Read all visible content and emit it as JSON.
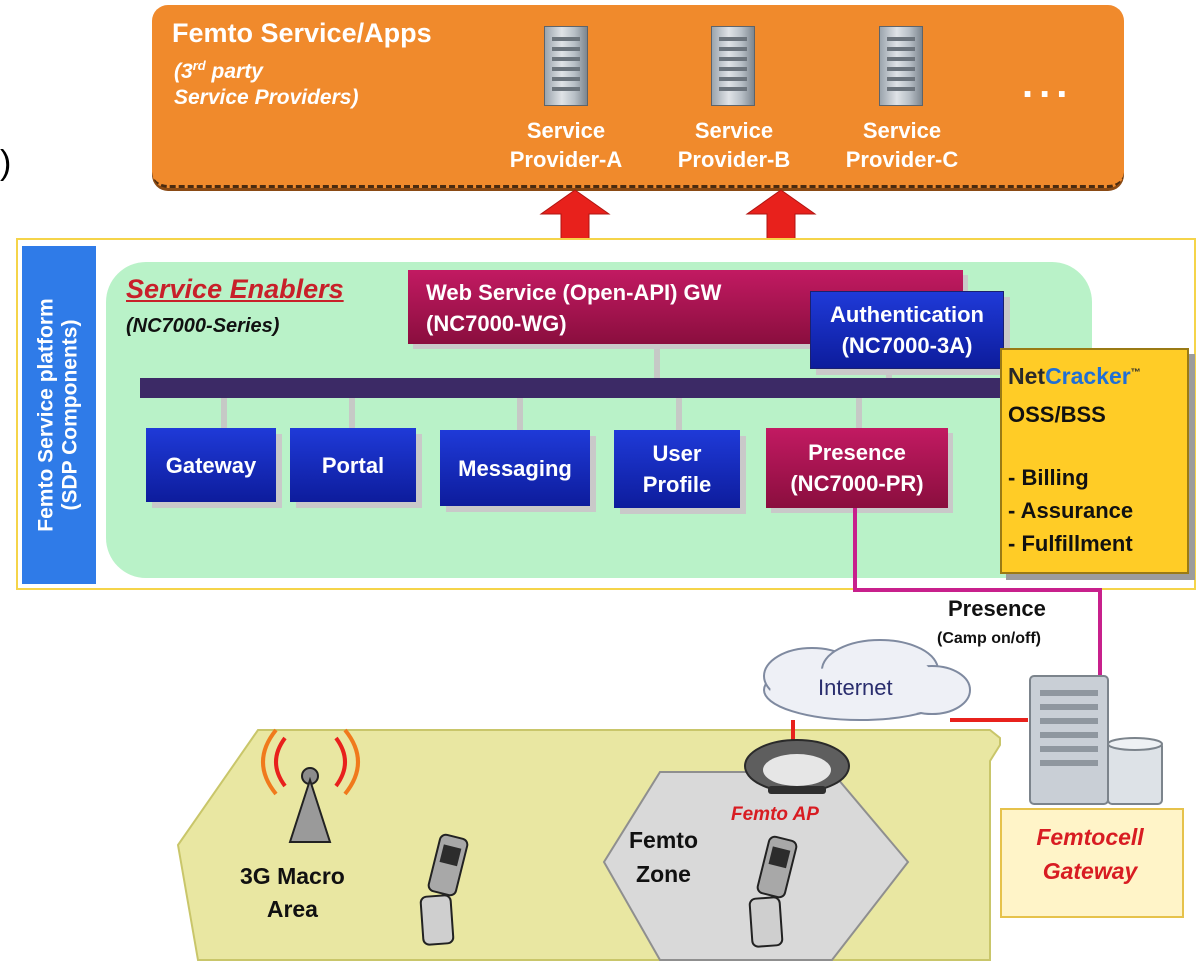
{
  "colors": {
    "top_band": "#f08a2c",
    "platform_label": "#2f7be8",
    "enablers_area": "#b9f2c8",
    "maroon_box": "#a1124c",
    "blue_box": "#1a2fc0",
    "bus": "#3c2a66",
    "oss": "#ffcc26",
    "presence_line": "#c8208c",
    "arrow": "#e8211c",
    "macro_area": "#e9e7a2",
    "femto_zone": "#d9d9d9"
  },
  "top": {
    "title": "Femto Service/Apps",
    "sub_prefix": "(3",
    "sub_sup": "rd",
    "sub_suffix": " party",
    "sub_line2": "Service Providers)",
    "providers": [
      {
        "line1": "Service",
        "line2": "Provider-A",
        "icon": "server-icon"
      },
      {
        "line1": "Service",
        "line2": "Provider-B",
        "icon": "server-icon"
      },
      {
        "line1": "Service",
        "line2": "Provider-C",
        "icon": "server-icon"
      }
    ],
    "ellipsis": "...",
    "stray_paren": ")"
  },
  "platform": {
    "label_line1": "Femto Service platform",
    "label_line2": "(SDP Components)",
    "enablers_title": "Service Enablers",
    "enablers_sub": "(NC7000-Series)",
    "web_gw_line1": "Web Service (Open-API) GW",
    "web_gw_line2": "(NC7000-WG)",
    "auth_line1": "Authentication",
    "auth_line2": "(NC7000-3A)",
    "components": [
      {
        "line1": "Gateway",
        "line2": ""
      },
      {
        "line1": "Portal",
        "line2": ""
      },
      {
        "line1": "Messaging",
        "line2": ""
      },
      {
        "line1": "User",
        "line2": "Profile"
      }
    ],
    "presence_line1": "Presence",
    "presence_line2": "(NC7000-PR)"
  },
  "oss": {
    "brand_net": "Net",
    "brand_cracker": "Cracker",
    "brand_tm": "™",
    "title": "OSS/BSS",
    "items": [
      "- Billing",
      "- Assurance",
      "- Fulfillment"
    ]
  },
  "connection": {
    "presence": "Presence",
    "camp": "(Camp on/off)"
  },
  "network": {
    "internet": "Internet",
    "femto_ap": "Femto AP",
    "femto_zone_line1": "Femto",
    "femto_zone_line2": "Zone",
    "macro_line1": "3G Macro",
    "macro_line2": "Area",
    "gw_line1": "Femtocell",
    "gw_line2": "Gateway"
  }
}
